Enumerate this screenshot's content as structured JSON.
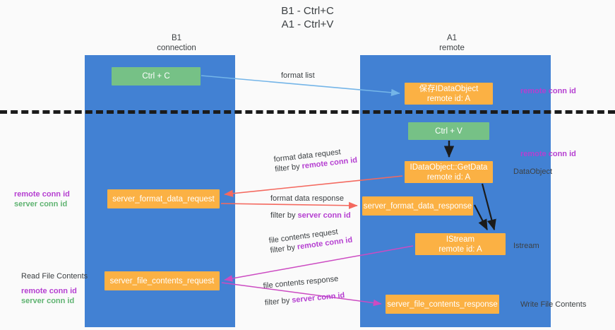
{
  "title": "B1 - Ctrl+C\nA1 - Ctrl+V",
  "columns": {
    "left": {
      "caption": "B1\nconnection"
    },
    "right": {
      "caption": "A1\nremote"
    }
  },
  "nodes": {
    "ctrl_c": {
      "line1": "Ctrl + C",
      "line2": "",
      "color": "#76c186"
    },
    "idataobject": {
      "line1": "保存IDataObject",
      "line2": "remote id: A",
      "color": "#fbb144"
    },
    "ctrl_v": {
      "line1": "Ctrl + V",
      "line2": "",
      "color": "#76c186"
    },
    "getdata": {
      "line1": "IDataObject::GetData",
      "line2": "remote id: A",
      "color": "#fbb144"
    },
    "server_format_data_request": {
      "line1": "server_format_data_request",
      "line2": "",
      "color": "#fbb144"
    },
    "server_format_data_response": {
      "line1": "server_format_data_response",
      "line2": "",
      "color": "#fbb144"
    },
    "istream": {
      "line1": "IStream",
      "line2": "remote id: A",
      "color": "#fbb144"
    },
    "server_file_contents_request": {
      "line1": "server_file_contents_request",
      "line2": "",
      "color": "#fbb144"
    },
    "server_file_contents_response": {
      "line1": "server_file_contents_response",
      "line2": "",
      "color": "#fbb144"
    }
  },
  "edge_labels": {
    "format_list": "format list",
    "format_data_request": {
      "line1": "format data request",
      "filter_prefix": "filter by ",
      "filter_key": "remote conn id"
    },
    "format_data_response": {
      "line1": "format data response",
      "filter_prefix": "filter by ",
      "filter_key": "server conn id"
    },
    "file_contents_request": {
      "line1": "file contents request",
      "filter_prefix": "filter by ",
      "filter_key": "remote conn id"
    },
    "file_contents_response": {
      "line1": "file contents response",
      "filter_prefix": "filter by ",
      "filter_key": "server conn id"
    }
  },
  "side_labels": {
    "right_remote_conn_id_top": "remote conn id",
    "right_remote_conn_id_mid": "remote conn id",
    "dataobject": "DataObject",
    "istream": "Istream",
    "write_file_contents": "Write File Contents",
    "left_remote_conn_id_1": "remote conn id",
    "left_server_conn_id_1": "server conn id",
    "read_file_contents": "Read File Contents",
    "left_remote_conn_id_2": "remote conn id",
    "left_server_conn_id_2": "server conn id"
  },
  "colors": {
    "lane": "#4281d3",
    "green_node": "#76c186",
    "orange_node": "#fbb144",
    "purple_text": "#b53fd1",
    "green_text": "#5fb371",
    "red_arrow": "#f4695f",
    "magenta_arrow": "#cc4bc2",
    "blue_arrow": "#74b5e8",
    "black_arrow": "#1b1b1b",
    "divider": "#1b1b1b",
    "background": "#fafafa"
  }
}
